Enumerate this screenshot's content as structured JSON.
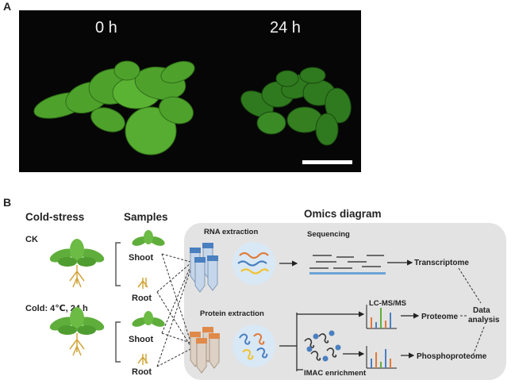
{
  "panel_a": {
    "label": "A",
    "time_left": "0 h",
    "time_right": "24 h"
  },
  "panel_b": {
    "label": "B",
    "headers": {
      "cold_stress": "Cold-stress",
      "samples": "Samples",
      "omics": "Omics diagram"
    },
    "conditions": {
      "ck": "CK",
      "cold": "Cold: 4℃, 24 h"
    },
    "tissues": {
      "shoot_1": "Shoot",
      "root_1": "Root",
      "shoot_2": "Shoot",
      "root_2": "Root"
    },
    "steps": {
      "rna_extraction": "RNA extraction",
      "sequencing": "Sequencing",
      "protein_extraction": "Protein extraction",
      "lcms": "LC-MS/MS",
      "imac": "IMAC enrichment"
    },
    "outputs": {
      "transcriptome": "Transcriptome",
      "proteome": "Proteome",
      "phosphoproteome": "Phosphoproteome",
      "data_analysis_line1": "Data",
      "data_analysis_line2": "analysis"
    },
    "colors": {
      "leaf": "#5fae3c",
      "root": "#d2a53c",
      "tube_blue": "#4a7fc0",
      "tube_orange": "#e08a4a",
      "seq_bar": "#6fa3d6",
      "panel_bg": "#e3e3e3",
      "photo_bg": "#060606"
    }
  }
}
